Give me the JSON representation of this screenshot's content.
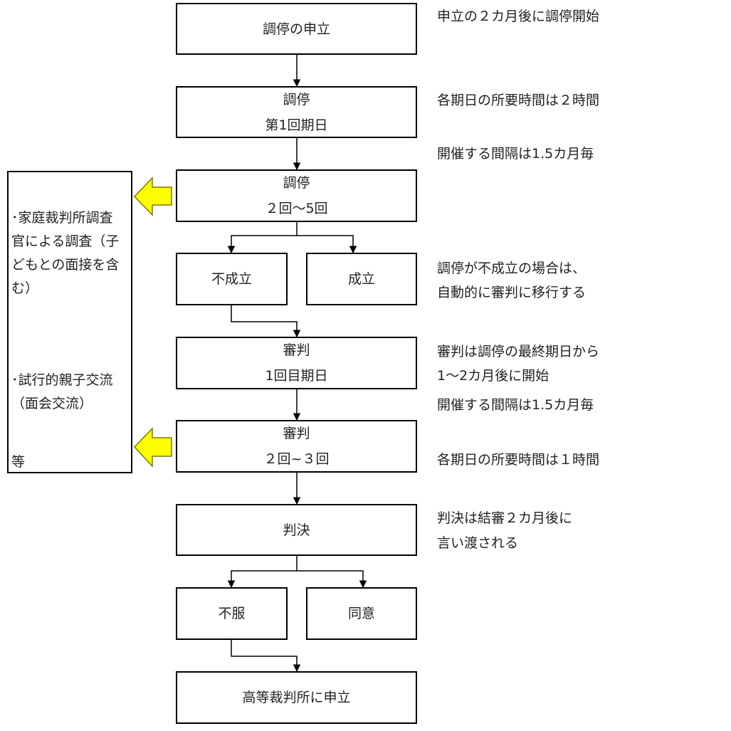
{
  "boxes": {
    "chotei_moushitate": {
      "lines": [
        "調停の申立"
      ]
    },
    "chotei_first": {
      "lines": [
        "調停",
        "第1回期日"
      ]
    },
    "chotei_later": {
      "lines": [
        "調停",
        "２回～5回"
      ]
    },
    "fuseiritsu": {
      "lines": [
        "不成立"
      ]
    },
    "seiritsu": {
      "lines": [
        "成立"
      ]
    },
    "shinpan_first": {
      "lines": [
        "審判",
        "1回目期日"
      ]
    },
    "shinpan_later": {
      "lines": [
        "審判",
        "２回~３回"
      ]
    },
    "hanketsu": {
      "lines": [
        "判決"
      ]
    },
    "fufuku": {
      "lines": [
        "不服"
      ]
    },
    "doui": {
      "lines": [
        "同意"
      ]
    },
    "koutou": {
      "lines": [
        "高等裁判所に申立"
      ]
    }
  },
  "notes": {
    "start": "申立の２カ月後に調停開始",
    "duration_chotei": "各期日の所要時間は２時間",
    "interval_chotei": "開催する間隔は1.5カ月毎",
    "fuseiritsu_1": "調停が不成立の場合は、",
    "fuseiritsu_2": "自動的に審判に移行する",
    "shinpan_start_1": "審判は調停の最終期日から",
    "shinpan_start_2": "1～2カ月後に開始",
    "interval_shinpan": "開催する間隔は1.5カ月毎",
    "duration_shinpan": "各期日の所要時間は１時間",
    "hanketsu_1": "判決は結審２カ月後に",
    "hanketsu_2": "言い渡される"
  },
  "side_panel": {
    "item1_line1": "･家庭裁判所調査",
    "item1_line2": "官による調査（子",
    "item1_line3": "どもとの面接を含",
    "item1_line4": "む）",
    "item2_line1": "･試行的親子交流",
    "item2_line2": "（面会交流）",
    "footer": "等"
  },
  "colors": {
    "arrow_fill": "#ffff00",
    "arrow_stroke": "#7a7a00"
  }
}
